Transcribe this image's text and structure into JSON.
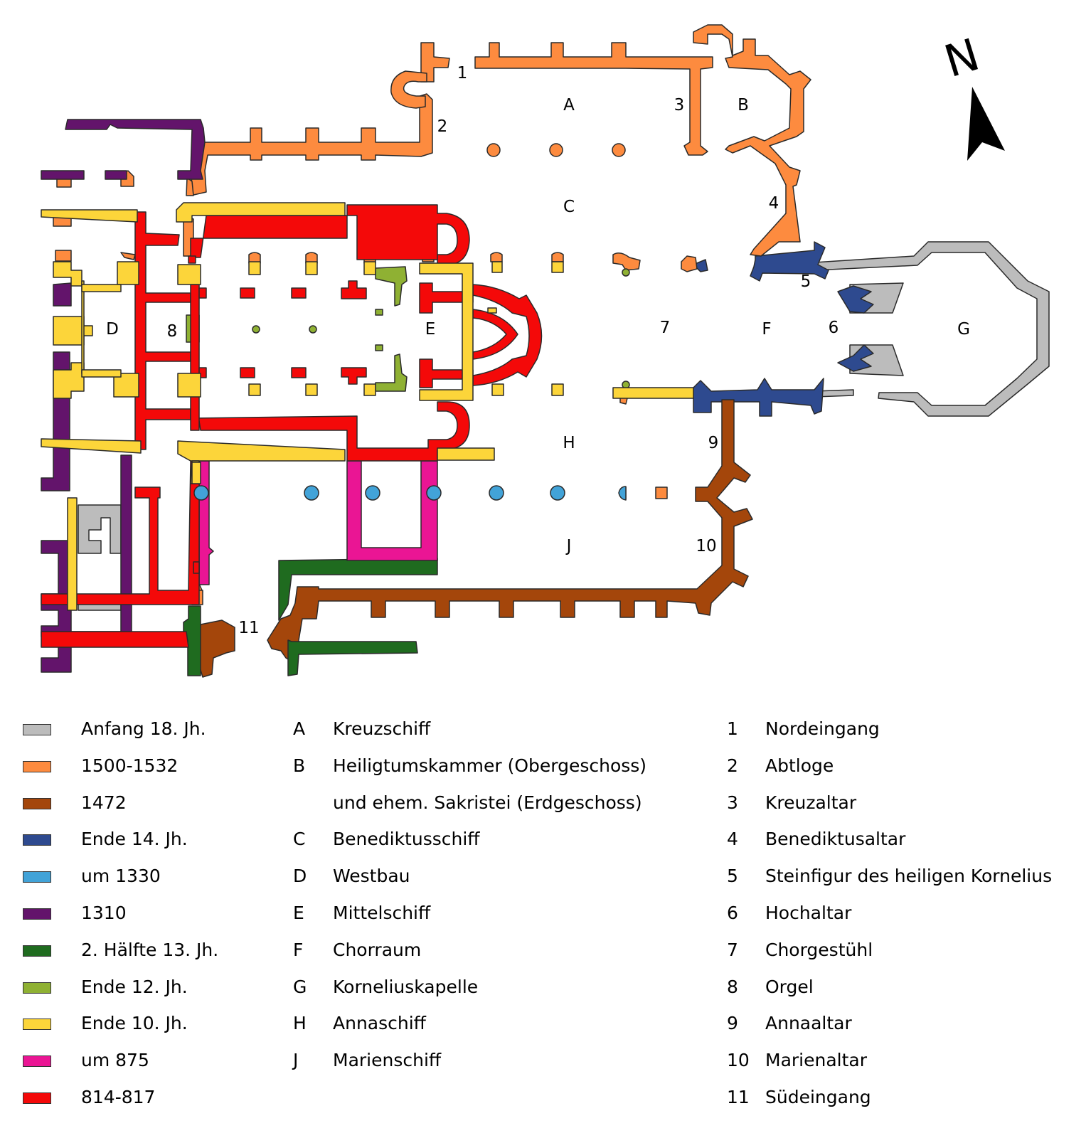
{
  "colors": {
    "grey": "#bcbcbc",
    "orange": "#fd8b3f",
    "brown": "#a4460b",
    "navy": "#2e4a8f",
    "skyblue": "#42a3d8",
    "purple": "#63146b",
    "darkgreen": "#1f6b1f",
    "olive": "#8fb133",
    "yellow": "#fcd53a",
    "magenta": "#ea1594",
    "red": "#f40909"
  },
  "map_labels": {
    "A": "A",
    "B": "B",
    "C": "C",
    "D": "D",
    "E": "E",
    "F": "F",
    "G": "G",
    "H": "H",
    "J": "J",
    "n1": "1",
    "n2": "2",
    "n3": "3",
    "n4": "4",
    "n5": "5",
    "n6": "6",
    "n7": "7",
    "n8": "8",
    "n9": "9",
    "n10": "10",
    "n11": "11"
  },
  "north": {
    "label": "N",
    "icon": "north-arrow-icon"
  },
  "periods": [
    {
      "label": "Anfang 18. Jh.",
      "color": "#bcbcbc"
    },
    {
      "label": "1500-1532",
      "color": "#fd8b3f"
    },
    {
      "label": "1472",
      "color": "#a4460b"
    },
    {
      "label": "Ende 14. Jh.",
      "color": "#2e4a8f"
    },
    {
      "label": "um 1330",
      "color": "#42a3d8"
    },
    {
      "label": "1310",
      "color": "#63146b"
    },
    {
      "label": "2. Hälfte 13. Jh.",
      "color": "#1f6b1f"
    },
    {
      "label": "Ende 12. Jh.",
      "color": "#8fb133"
    },
    {
      "label": "Ende 10. Jh.",
      "color": "#fcd53a"
    },
    {
      "label": "um 875",
      "color": "#ea1594"
    },
    {
      "label": "814-817",
      "color": "#f40909"
    }
  ],
  "sections": [
    {
      "key": "A",
      "label": "Kreuzschiff"
    },
    {
      "key": "B",
      "label": "Heiligtumskammer (Obergeschoss)"
    },
    {
      "key": "",
      "label": "und ehem. Sakristei (Erdgeschoss)"
    },
    {
      "key": "C",
      "label": "Benediktusschiff"
    },
    {
      "key": "D",
      "label": "Westbau"
    },
    {
      "key": "E",
      "label": "Mittelschiff"
    },
    {
      "key": "F",
      "label": "Chorraum"
    },
    {
      "key": "G",
      "label": "Korneliuskapelle"
    },
    {
      "key": "H",
      "label": "Annaschiff"
    },
    {
      "key": "J",
      "label": "Marienschiff"
    }
  ],
  "numbered": [
    {
      "key": "1",
      "label": "Nordeingang"
    },
    {
      "key": "2",
      "label": "Abtloge"
    },
    {
      "key": "3",
      "label": "Kreuzaltar"
    },
    {
      "key": "4",
      "label": "Benediktusaltar"
    },
    {
      "key": "5",
      "label": "Steinfigur des heiligen Kornelius"
    },
    {
      "key": "6",
      "label": "Hochaltar"
    },
    {
      "key": "7",
      "label": "Chorgestühl"
    },
    {
      "key": "8",
      "label": "Orgel"
    },
    {
      "key": "9",
      "label": "Annaaltar"
    },
    {
      "key": "10",
      "label": "Marienaltar"
    },
    {
      "key": "11",
      "label": "Südeingang"
    }
  ]
}
